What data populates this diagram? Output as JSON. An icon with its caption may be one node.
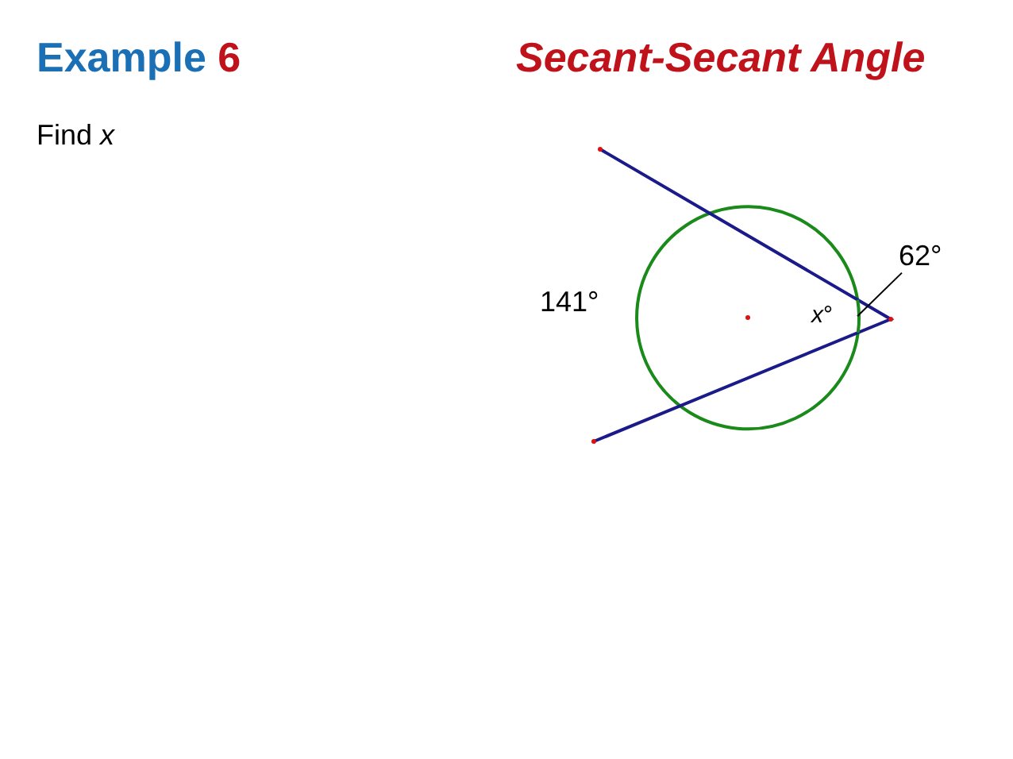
{
  "diagram": {
    "title": "Example 6",
    "nodes": [
      {
        "text": [
          "62°"
        ]
      },
      {
        "text": [],
        "shape": "arc"
      }
    ],
    "edges": [
      {
        "from": 0,
        "to": 1,
        "arrow": "none"
      }
    ],
    "labels": [
      "Secant-Secant Angle",
      "Find *x*",
      "141°",
      "*x*°"
    ]
  }
}
